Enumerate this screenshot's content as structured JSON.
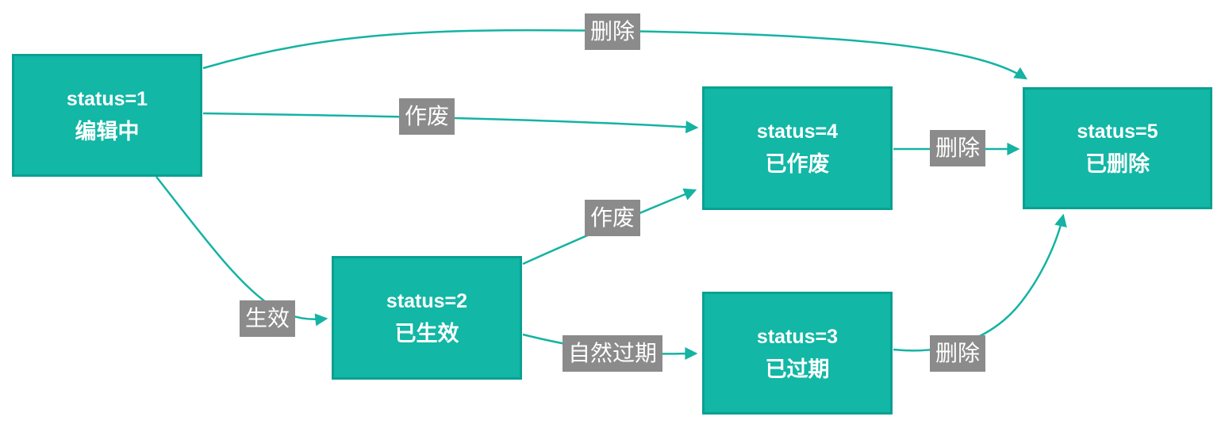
{
  "diagram": {
    "type": "state-transition-flowchart",
    "nodes": [
      {
        "id": "1",
        "line1": "status=1",
        "line2": "编辑中"
      },
      {
        "id": "2",
        "line1": "status=2",
        "line2": "已生效"
      },
      {
        "id": "3",
        "line1": "status=3",
        "line2": "已过期"
      },
      {
        "id": "4",
        "line1": "status=4",
        "line2": "已作废"
      },
      {
        "id": "5",
        "line1": "status=5",
        "line2": "已删除"
      }
    ],
    "edges": [
      {
        "from": "1",
        "to": "5",
        "label": "删除"
      },
      {
        "from": "1",
        "to": "4",
        "label": "作废"
      },
      {
        "from": "1",
        "to": "2",
        "label": "生效"
      },
      {
        "from": "2",
        "to": "4",
        "label": "作废"
      },
      {
        "from": "2",
        "to": "3",
        "label": "自然过期"
      },
      {
        "from": "4",
        "to": "5",
        "label": "删除"
      },
      {
        "from": "3",
        "to": "5",
        "label": "删除"
      }
    ]
  },
  "colors": {
    "node_fill": "#12b7a5",
    "node_border": "#0aa092",
    "edge_line": "#14b3a3",
    "edge_label_bg": "#8b8b8b",
    "text": "#ffffff",
    "background": "#ffffff"
  }
}
